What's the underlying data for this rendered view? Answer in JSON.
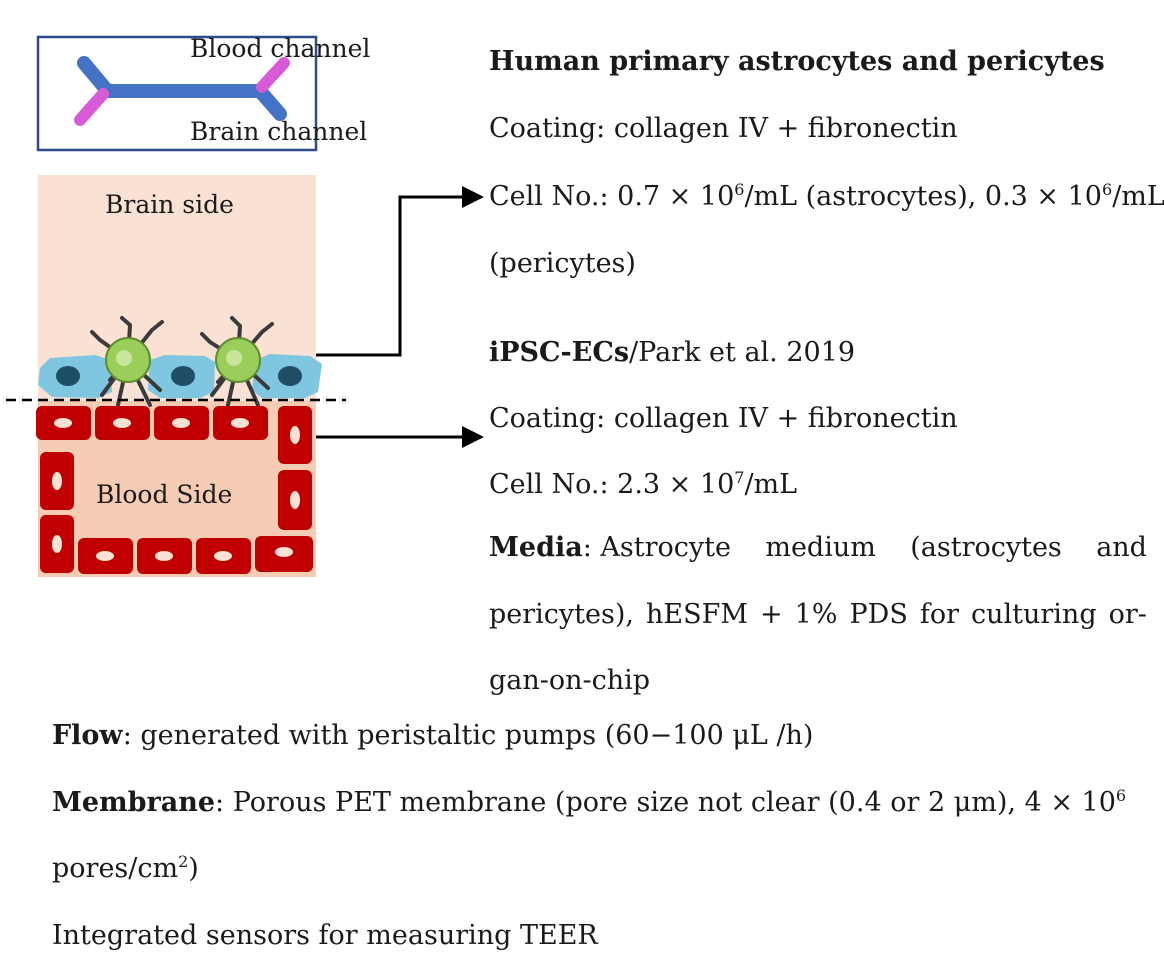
{
  "chip": {
    "blood_channel": "Blood channel",
    "brain_channel": "Brain channel"
  },
  "cross_section": {
    "brain_side": "Brain side",
    "blood_side": "Blood Side"
  },
  "brain_block": {
    "title": "Human primary astrocytes and pericytes",
    "coating": "Coating: collagen IV + fibronectin",
    "cells_a": "Cell No.: 0.7 × 10",
    "cells_exp1": "6",
    "cells_b": "/mL (astrocytes), 0.3 × 10",
    "cells_exp2": "6",
    "cells_c": "/mL",
    "cells_line2": "(pericytes)"
  },
  "blood_block": {
    "title_bold": "iPSC-ECs",
    "title_rest": "/Park et al. 2019",
    "coating": "Coating: collagen IV + fibronectin",
    "cells_a": "Cell No.: 2.3 × 10",
    "cells_exp": "7",
    "cells_b": "/mL",
    "media_label": "Media",
    "media_line1_words": [
      ": Astrocyte",
      "medium",
      "(astrocytes",
      "and"
    ],
    "media_line2_words": [
      "pericytes),",
      "hESFM",
      "+",
      "1%",
      "PDS",
      "for",
      "culturing",
      "or-"
    ],
    "media_line3": "gan-on-chip"
  },
  "bottom": {
    "flow_label": "Flow",
    "flow_text": ": generated with peristaltic pumps (60−100 μL /h)",
    "membrane_label": "Membrane",
    "membrane_text": ": Porous PET membrane (pore size not clear (0.4 or 2 μm), 4 × 10",
    "membrane_exp": "6",
    "membrane_line2_a": "pores/cm",
    "membrane_line2_exp": "2",
    "membrane_line2_b": ")",
    "sensors": "Integrated sensors for measuring TEER"
  },
  "colors": {
    "chip_blue": "#4472c4",
    "chip_pink": "#d95ad6",
    "frame": "#2f4b8c",
    "tissue": "#f9e1d3",
    "blood_tissue": "#f6cdb4",
    "red_cell": "#c00000",
    "endothelial": "#7fc6e0",
    "nucleus": "#1f4e66",
    "astrocyte": "#9acd5a"
  }
}
